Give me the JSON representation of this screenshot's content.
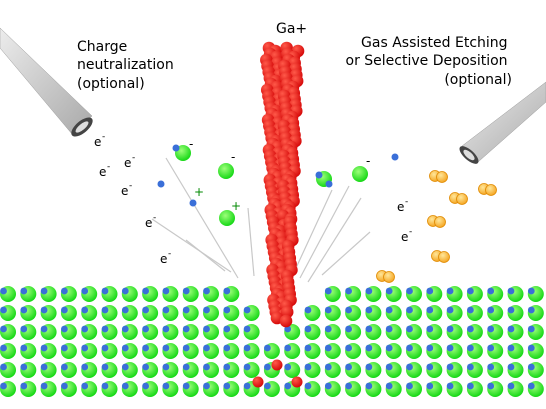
{
  "labels": {
    "ion_beam": "Ga+",
    "charge_neutralization": [
      "Charge",
      "neutralization",
      "(optional)"
    ],
    "gas_assisted": [
      "Gas Assisted Etching",
      "or Selective Deposition",
      "(optional)"
    ],
    "electron": "e",
    "electron_sup": "-",
    "ion_plus": "+",
    "ion_minus": "-"
  },
  "colors": {
    "ion": "#e01010",
    "substrate_green": "#22ee22",
    "substrate_blue": "#3a6fd8",
    "gas": "#ffb020",
    "nozzle": "#b8b8b8"
  }
}
